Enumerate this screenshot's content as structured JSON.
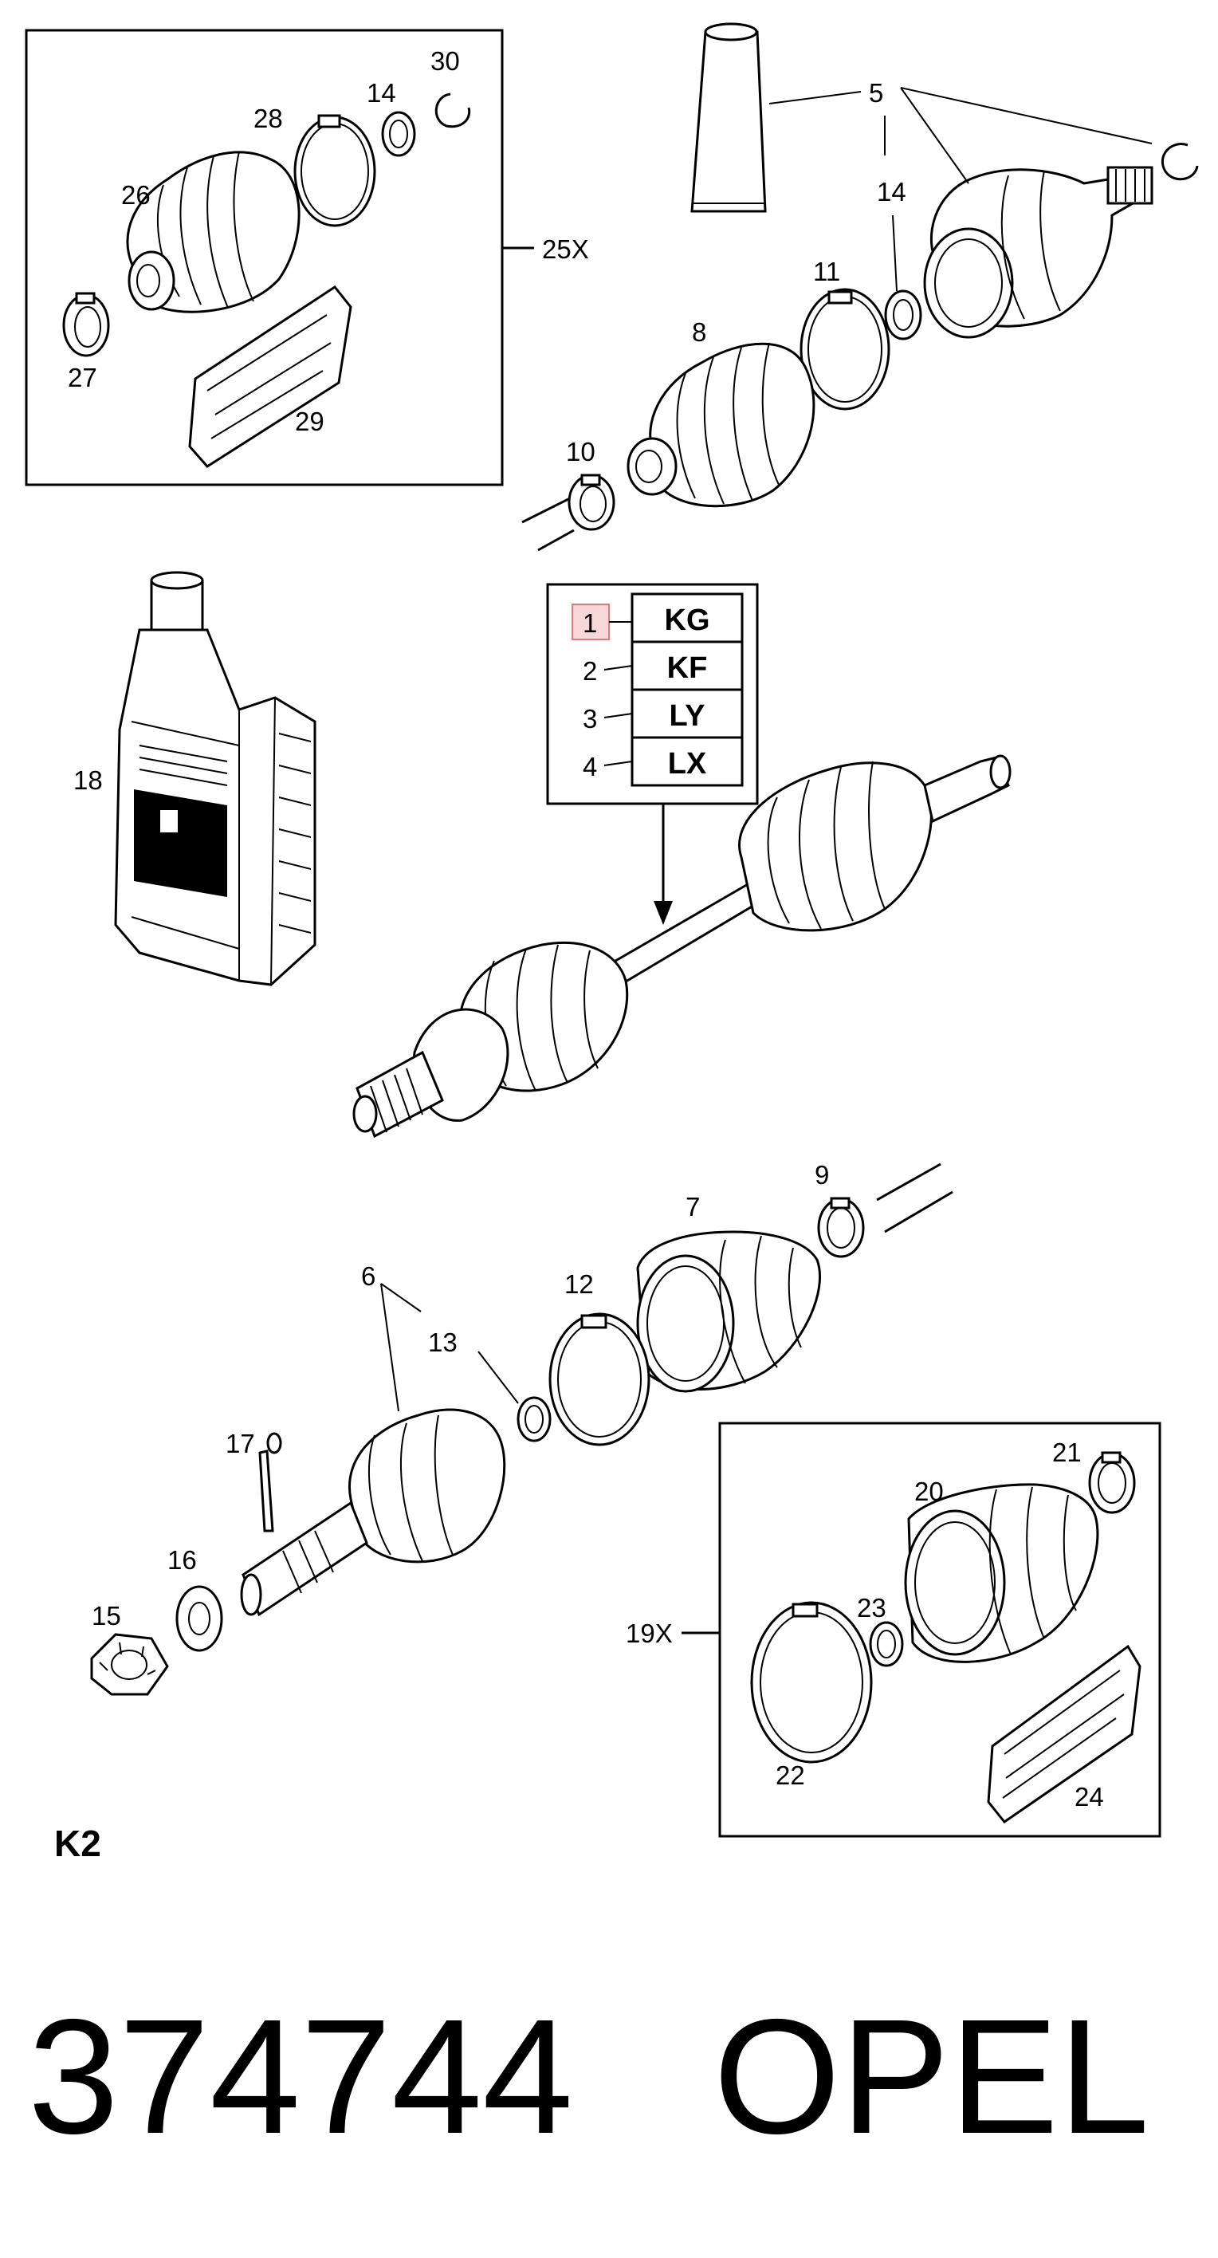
{
  "sheet_code": "K2",
  "part_number": "374744",
  "brand": "OPEL",
  "kit_boxes": [
    {
      "label": "25X",
      "parts": [
        "26",
        "27",
        "28",
        "29",
        "14",
        "30"
      ]
    },
    {
      "label": "19X",
      "parts": [
        "20",
        "21",
        "22",
        "23",
        "24"
      ]
    }
  ],
  "variant_table": [
    {
      "index": "1",
      "code": "KG",
      "highlighted": true
    },
    {
      "index": "2",
      "code": "KF",
      "highlighted": false
    },
    {
      "index": "3",
      "code": "LY",
      "highlighted": false
    },
    {
      "index": "4",
      "code": "LX",
      "highlighted": false
    }
  ],
  "callouts": {
    "c30": "30",
    "c14a": "14",
    "c28": "28",
    "c26": "26",
    "c27": "27",
    "c29": "29",
    "c5": "5",
    "c14b": "14",
    "c11": "11",
    "c8": "8",
    "c10": "10",
    "c18": "18",
    "c9": "9",
    "c7": "7",
    "c6": "6",
    "c12": "12",
    "c13": "13",
    "c17": "17",
    "c16": "16",
    "c15": "15",
    "c21": "21",
    "c20": "20",
    "c23": "23",
    "c22": "22",
    "c24": "24"
  },
  "colors": {
    "highlight_fill": "#f7d7d7",
    "highlight_stroke": "#e07a7a",
    "ink": "#000000"
  }
}
